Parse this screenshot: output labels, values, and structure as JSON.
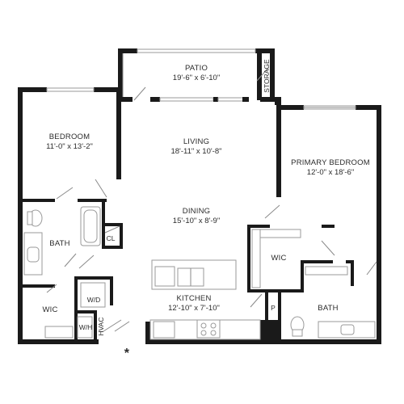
{
  "rooms": {
    "patio": {
      "name": "PATIO",
      "dim": "19'-6\" x 6'-10\""
    },
    "storage": {
      "name": "STORAGE"
    },
    "bedroom": {
      "name": "BEDROOM",
      "dim": "11'-0\" x 13'-2\""
    },
    "living": {
      "name": "LIVING",
      "dim": "18'-11\" x 10'-8\""
    },
    "primary_bedroom": {
      "name": "PRIMARY BEDROOM",
      "dim": "12'-0\" x 18'-6\""
    },
    "dining": {
      "name": "DINING",
      "dim": "15'-10\" x 8'-9\""
    },
    "bath_left": {
      "name": "BATH"
    },
    "closet": {
      "name": "CL"
    },
    "wic_right": {
      "name": "WIC"
    },
    "wic_left": {
      "name": "WIC"
    },
    "wd": {
      "name": "W/D"
    },
    "wh": {
      "name": "W/H"
    },
    "hvac": {
      "name": "HVAC"
    },
    "kitchen": {
      "name": "KITCHEN",
      "dim": "12'-10\" x 7'-10\""
    },
    "pantry": {
      "name": "P"
    },
    "bath_right": {
      "name": "BATH"
    }
  },
  "entry_marker": "*"
}
